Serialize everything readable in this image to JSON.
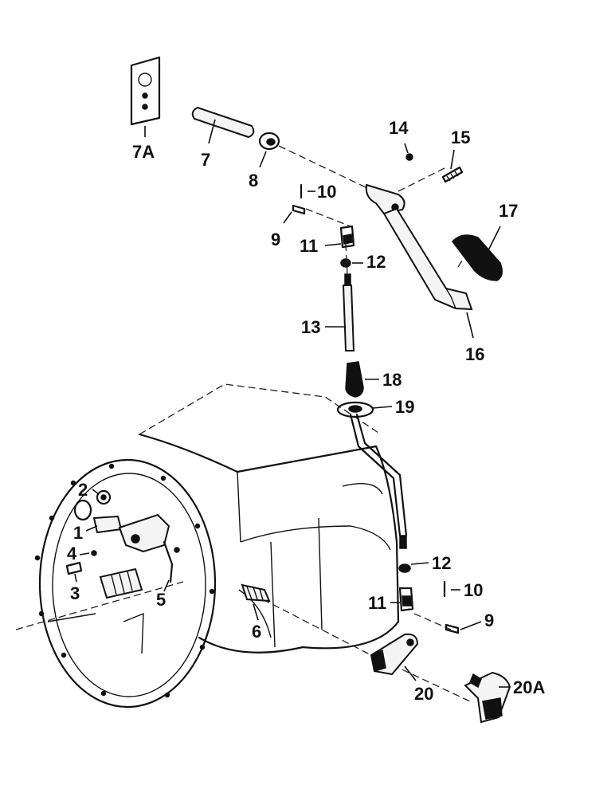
{
  "callouts": {
    "c1": "1",
    "c2": "2",
    "c3": "3",
    "c4": "4",
    "c5": "5",
    "c6": "6",
    "c7": "7",
    "c7a": "7A",
    "c8": "8",
    "c9a": "9",
    "c9b": "9",
    "c10a": "10",
    "c10b": "10",
    "c11a": "11",
    "c11b": "11",
    "c12a": "12",
    "c12b": "12",
    "c13": "13",
    "c14": "14",
    "c15": "15",
    "c16": "16",
    "c17": "17",
    "c18": "18",
    "c19": "19",
    "c20": "20",
    "c20a": "20A"
  },
  "colors": {
    "ink": "#111111",
    "paper": "#ffffff"
  }
}
